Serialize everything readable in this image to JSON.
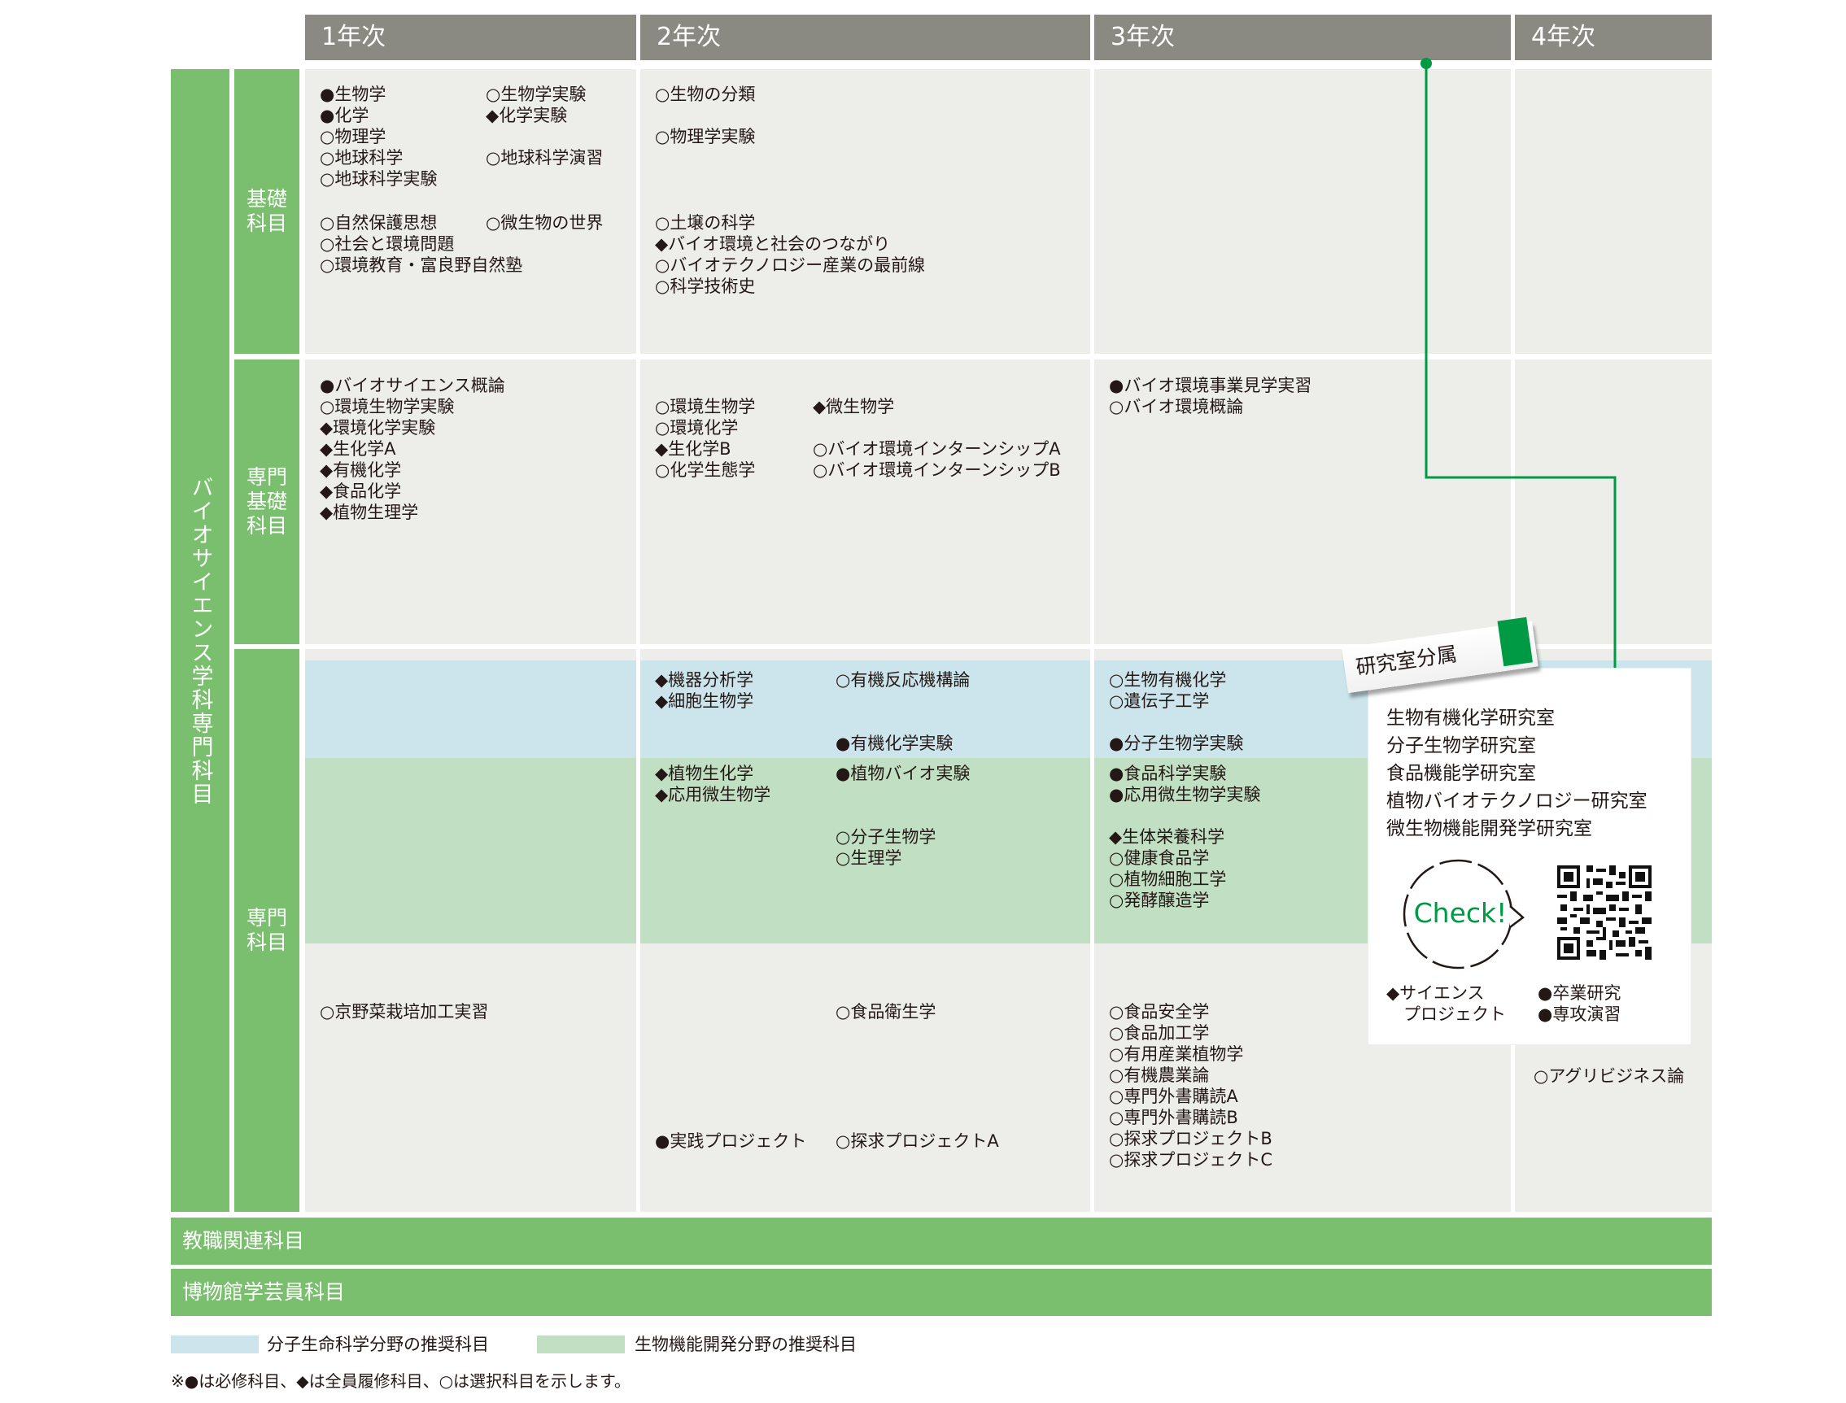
{
  "years": [
    "1年次",
    "2年次",
    "3年次",
    "4年次"
  ],
  "side_label": "バイオサイエンス学科専門科目",
  "rows": {
    "kiso": "基礎\n科目",
    "senmon_kiso": "専門\n基礎\n科目",
    "senmon": "専門\n科目"
  },
  "bands": {
    "kyoshoku": "教職関連科目",
    "hakubutsukan": "博物館学芸員科目"
  },
  "courses": {
    "kiso_y1_a": [
      "●生物学",
      "●化学",
      "○物理学",
      "○地球科学",
      "○地球科学実験"
    ],
    "kiso_y1_b": [
      "○生物学実験",
      "◆化学実験",
      "",
      "○地球科学演習"
    ],
    "kiso_y1_c": [
      "○自然保護思想",
      "○社会と環境問題",
      "○環境教育・富良野自然塾"
    ],
    "kiso_y1_d": [
      "○微生物の世界"
    ],
    "kiso_y2_a": [
      "○生物の分類",
      "",
      "○物理学実験"
    ],
    "kiso_y2_b": [
      "○土壌の科学",
      "◆バイオ環境と社会のつながり",
      "○バイオテクノロジー産業の最前線",
      "○科学技術史"
    ],
    "sk_y1": [
      "●バイオサイエンス概論",
      "○環境生物学実験",
      "◆環境化学実験",
      "◆生化学A",
      "◆有機化学",
      "◆食品化学",
      "◆植物生理学"
    ],
    "sk_y2_a": [
      "○環境生物学",
      "○環境化学",
      "◆生化学B",
      "○化学生態学"
    ],
    "sk_y2_b": [
      "◆微生物学",
      "",
      "○バイオ環境インターンシップA",
      "○バイオ環境インターンシップB"
    ],
    "sk_y3": [
      "●バイオ環境事業見学実習",
      "○バイオ環境概論"
    ],
    "s_blue_y2_a": [
      "◆機器分析学",
      "◆細胞生物学"
    ],
    "s_blue_y2_b": [
      "○有機反応機構論",
      "",
      "",
      "●有機化学実験"
    ],
    "s_blue_y3": [
      "○生物有機化学",
      "○遺伝子工学",
      "",
      "●分子生物学実験"
    ],
    "s_green_y2_a": [
      "◆植物生化学",
      "◆応用微生物学"
    ],
    "s_green_y2_b": [
      "●植物バイオ実験",
      "",
      "",
      "○分子生物学",
      "○生理学"
    ],
    "s_green_y3": [
      "●食品科学実験",
      "●応用微生物学実験",
      "",
      "◆生体栄養科学",
      "○健康食品学",
      "○植物細胞工学",
      "○発酵醸造学"
    ],
    "s_y1": [
      "○京野菜栽培加工実習"
    ],
    "s_y2_a": [
      "●実践プロジェクト"
    ],
    "s_y2_b": [
      "○食品衛生学"
    ],
    "s_y2_c": [
      "○探求プロジェクトA"
    ],
    "s_y3": [
      "○食品安全学",
      "○食品加工学",
      "○有用産業植物学",
      "○有機農業論",
      "○専門外書購読A",
      "○専門外書購読B",
      "○探求プロジェクトB",
      "○探求プロジェクトC"
    ],
    "s_y4": [
      "○アグリビジネス論"
    ]
  },
  "lab_popup": {
    "tag": "研究室分属",
    "labs": [
      "生物有機化学研究室",
      "分子生物学研究室",
      "食品機能学研究室",
      "植物バイオテクノロジー研究室",
      "微生物機能開発学研究室"
    ],
    "check": "Check!",
    "bottom_left": [
      "◆サイエンス",
      "　プロジェクト"
    ],
    "bottom_right": [
      "●卒業研究",
      "●専攻演習"
    ]
  },
  "legend": {
    "blue": "分子生命科学分野の推奨科目",
    "green": "生物機能開発分野の推奨科目"
  },
  "footnote": "※●は必修科目、◆は全員履修科目、○は選択科目を示します。",
  "colors": {
    "header_gray": "#8a8a82",
    "cell_gray": "#ededea",
    "green": "#79bf6e",
    "blue_band": "#cce5ec",
    "green_band": "#c1dfc2",
    "line_green": "#009944"
  },
  "icons": [
    "check-speech-bubble-icon",
    "qr-code-icon",
    "tag-green-marker-icon"
  ]
}
